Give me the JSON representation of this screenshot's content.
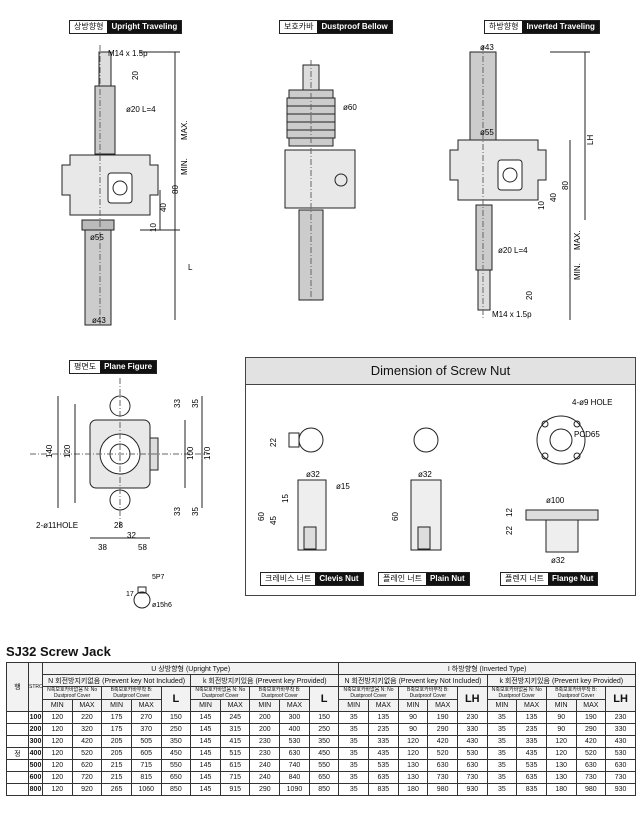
{
  "labels": {
    "upright": {
      "ko": "상방향형",
      "en": "Upright Traveling"
    },
    "dustproof": {
      "ko": "보호카바",
      "en": "Dustproof Bellow"
    },
    "inverted": {
      "ko": "하방향형",
      "en": "Inverted Traveling"
    },
    "plane": {
      "ko": "평면도",
      "en": "Plane Figure"
    },
    "clevis": {
      "ko": "크레비스 너트",
      "en": "Clevis Nut"
    },
    "plain": {
      "ko": "플레인 너트",
      "en": "Plain Nut"
    },
    "flange": {
      "ko": "플렌지 너트",
      "en": "Flange Nut"
    }
  },
  "nut_panel_title": "Dimension of Screw Nut",
  "dims": {
    "m14": "M14 x 1.5p",
    "d20": "ø20 L=4",
    "d55": "ø55",
    "d43": "ø43",
    "d60": "ø60",
    "max": "MAX.",
    "min": "MIN.",
    "lh": "LH",
    "l": "L",
    "n20": "20",
    "n80": "80",
    "n40": "40",
    "n10": "10",
    "n140": "140",
    "n120": "120",
    "n100": "100",
    "n170": "170",
    "n33": "33",
    "n35": "35",
    "n28": "28",
    "n32": "32",
    "n38": "38",
    "n58": "58",
    "hole": "2-ø11HOLE",
    "key5": "5P7",
    "key15": "ø15h6",
    "key17": "17",
    "n22": "22",
    "d32": "ø32",
    "d15": "ø15",
    "n15": "15",
    "n45": "45",
    "n60": "60",
    "hole4": "4-ø9 HOLE",
    "pcd": "PCD65",
    "d100": "ø100",
    "n12": "12"
  },
  "table": {
    "title": "SJ32 Screw Jack",
    "col_row": "행",
    "col_stroke": "STROKE",
    "col_jeong": "정",
    "upright_header": "U  상방향형  (Upright Type)",
    "inverted_header": "I  하방향형  (Inverted Type)",
    "n_key": "N 회전방지키없음 (Prevent key Not Included)",
    "k_key": "k 회전방지키있음 (Prevent key Provided)",
    "no_cover": "N축보호카바없음 N: No Dustproof Cover",
    "b_cover": "B축보호카바부착 B: Dustproof Cover",
    "min": "MIN",
    "max": "MAX",
    "L": "L",
    "LH": "LH",
    "rows": [
      [
        "100",
        "120",
        "220",
        "175",
        "270",
        "150",
        "145",
        "245",
        "200",
        "300",
        "150",
        "35",
        "135",
        "90",
        "190",
        "230",
        "35",
        "135",
        "90",
        "190",
        "230"
      ],
      [
        "200",
        "120",
        "320",
        "175",
        "370",
        "250",
        "145",
        "315",
        "200",
        "400",
        "250",
        "35",
        "235",
        "90",
        "290",
        "330",
        "35",
        "235",
        "90",
        "290",
        "330"
      ],
      [
        "300",
        "120",
        "420",
        "205",
        "505",
        "350",
        "145",
        "415",
        "230",
        "530",
        "350",
        "35",
        "335",
        "120",
        "420",
        "430",
        "35",
        "335",
        "120",
        "420",
        "430"
      ],
      [
        "400",
        "120",
        "520",
        "205",
        "605",
        "450",
        "145",
        "515",
        "230",
        "630",
        "450",
        "35",
        "435",
        "120",
        "520",
        "530",
        "35",
        "435",
        "120",
        "520",
        "530"
      ],
      [
        "500",
        "120",
        "620",
        "215",
        "715",
        "550",
        "145",
        "615",
        "240",
        "740",
        "550",
        "35",
        "535",
        "130",
        "630",
        "630",
        "35",
        "535",
        "130",
        "630",
        "630"
      ],
      [
        "600",
        "120",
        "720",
        "215",
        "815",
        "650",
        "145",
        "715",
        "240",
        "840",
        "650",
        "35",
        "635",
        "130",
        "730",
        "730",
        "35",
        "635",
        "130",
        "730",
        "730"
      ],
      [
        "800",
        "120",
        "920",
        "265",
        "1060",
        "850",
        "145",
        "915",
        "290",
        "1090",
        "850",
        "35",
        "835",
        "180",
        "980",
        "930",
        "35",
        "835",
        "180",
        "980",
        "930"
      ]
    ]
  }
}
